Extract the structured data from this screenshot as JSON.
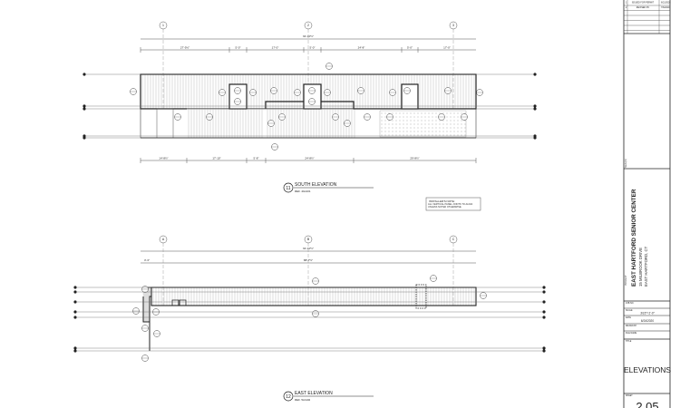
{
  "views": [
    {
      "number": "11",
      "title": "SOUTH ELEVATION",
      "ref": "REF. 4G/A01",
      "overall_dim": "91'-10½\"",
      "dims_top": [
        "27'-5½\"",
        "5'-0\"",
        "17'-0\"",
        "5'-0\"",
        "24'-8\"",
        "5'-0\"",
        "17'-0\""
      ],
      "dims_bottom": [
        "14'-8½\"",
        "17'-10\"",
        "5'-8\"",
        "24'-8½\"",
        "29'-8½\""
      ],
      "grid_bubbles": [
        "1",
        "2",
        "3"
      ]
    },
    {
      "number": "12",
      "title": "EAST ELEVATION",
      "ref": "REF. 5A/A02",
      "overall_dim": "91'-10½\"",
      "dims_top": [
        "3'-3\"",
        "88'-7½\""
      ],
      "grid_bubbles": [
        "A",
        "B",
        "C"
      ]
    }
  ],
  "installer_note": {
    "title": "INSTALLER'S NOTE:",
    "text": "ALL VERTICAL PANEL JOINTS TO ALIGN UNLESS NOTED OTHERWISE."
  },
  "title_block": {
    "revisions": [
      {
        "no": "1",
        "desc": "ISSUED FOR PERMIT",
        "date": "6/21/2020"
      },
      {
        "no": "2",
        "desc": "REVISED PC",
        "date": "7/6/2020"
      }
    ],
    "sealed_label": "SEAL(S)",
    "project_label": "PROJECT",
    "project_name": "EAST HARTFORD SENIOR CENTER",
    "address_line1": "15 MILBROOK DRIVE",
    "address_line2": "EAST HARTFORD, CT",
    "job_no_label": "JOB NO.",
    "scale_label": "SCALE",
    "scale_value": "3/16\"=1'-0\"",
    "date_label": "DATE",
    "date_value": "6/24/2020",
    "drawn_by_label": "DRAWN BY",
    "file_name_label": "FILE NAME",
    "title_label": "TITLE",
    "sheet_title": "ELEVATIONS",
    "sheet_label": "SHEET",
    "sheet_number": "2.05"
  }
}
